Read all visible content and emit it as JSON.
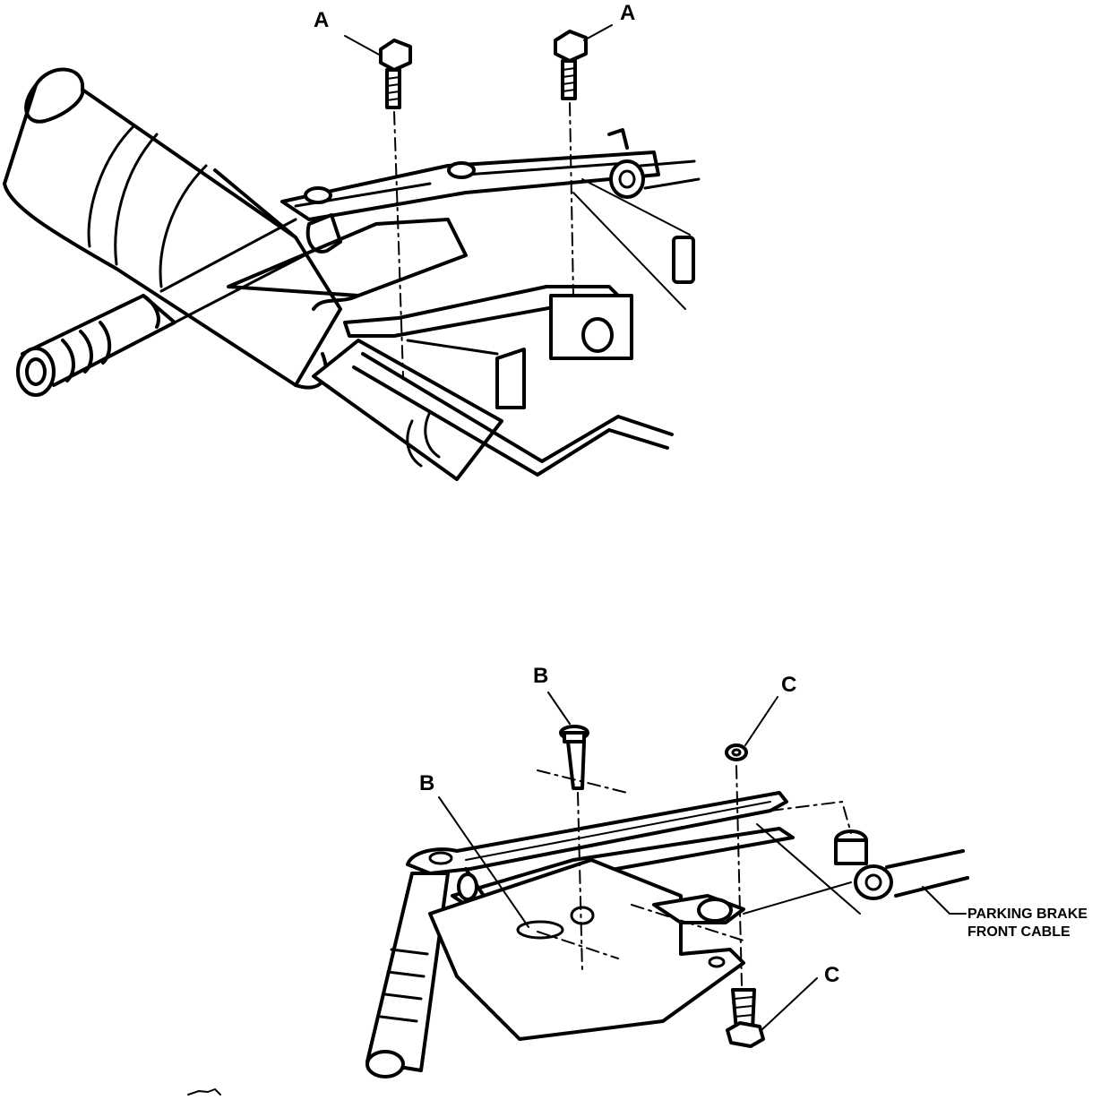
{
  "callouts": {
    "upper_a_left": "A",
    "upper_a_right": "A",
    "lower_b_top": "B",
    "lower_b_left": "B",
    "lower_c_top": "C",
    "lower_c_bottom": "C"
  },
  "notes": {
    "cable_line1": "PARKING BRAKE",
    "cable_line2": "FRONT CABLE"
  },
  "colors": {
    "ink": "#000000",
    "paper": "#ffffff"
  }
}
